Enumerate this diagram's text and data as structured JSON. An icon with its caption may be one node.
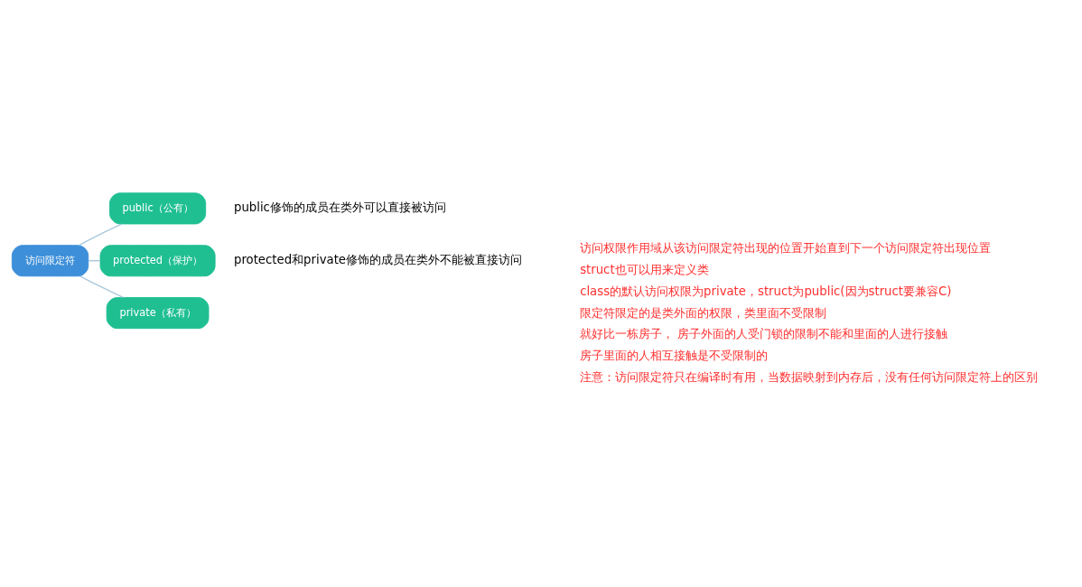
{
  "diagram": {
    "nodes": [
      {
        "text": [
          "访问限定符"
        ]
      },
      {
        "text": [
          "public（公有）"
        ],
        "beside": [
          "public修饰的成员在类外可以直接被访问"
        ]
      },
      {
        "text": [
          "protected（保护）"
        ],
        "beside": [
          "protected和private修饰的成员在类外不能被直接访问"
        ]
      },
      {
        "text": [
          "private（私有）"
        ]
      }
    ],
    "edges": [
      {
        "from": 0,
        "to": 1,
        "arrow": "none"
      },
      {
        "from": 0,
        "to": 2,
        "arrow": "none"
      },
      {
        "from": 0,
        "to": 3,
        "arrow": "none"
      }
    ],
    "labels": [
      "访问权限作用域从该访问限定符出现的位置开始直到下一个访问限定符出现位置",
      "struct也可以用来定义类",
      "class的默认访问权限为private，struct为public(因为struct要兼容C)",
      "限定符限定的是类外面的权限，类里面不受限制",
      "就好比一栋房子， 房子外面的人受门锁的限制不能和里面的人进行接触",
      "房子里面的人相互接触是不受限制的",
      "注意：访问限定符只在编译时有用，当数据映射到内存后，没有任何访问限定符上的区别"
    ]
  }
}
